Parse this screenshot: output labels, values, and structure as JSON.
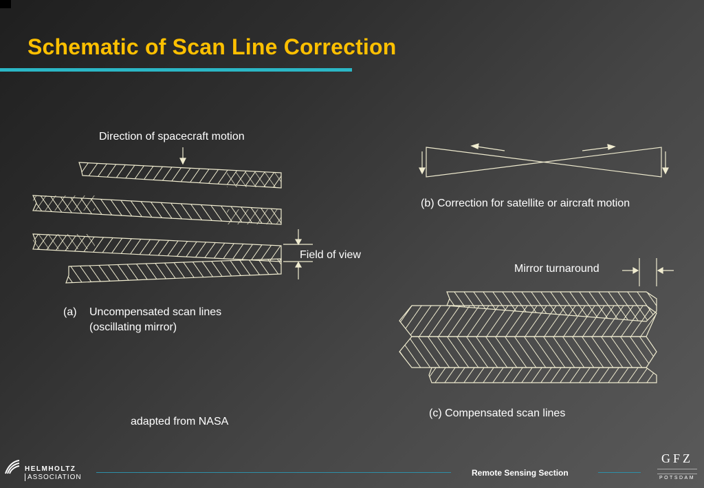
{
  "slide": {
    "title": "Schematic of Scan Line Correction",
    "labels": {
      "direction": "Direction of spacecraft motion",
      "field_of_view": "Field of view",
      "caption_a_prefix": "(a)",
      "caption_a_line1": "Uncompensated scan lines",
      "caption_a_line2": "(oscillating mirror)",
      "caption_b": "(b)  Correction for satellite or aircraft  motion",
      "mirror_turnaround": "Mirror turnaround",
      "caption_c": "(c)  Compensated scan lines",
      "credit": "adapted from NASA"
    }
  },
  "footer": {
    "section": "Remote Sensing Section",
    "helmholtz_line1": "HELMHOLTZ",
    "helmholtz_line2": "ASSOCIATION",
    "gfz_mark": "GFZ",
    "gfz_city": "POTSDAM"
  },
  "colors": {
    "title": "#ffc000",
    "rule": "#2bb7c6",
    "line": "#f0ecd0",
    "footer_rule": "#2d8fa8"
  }
}
